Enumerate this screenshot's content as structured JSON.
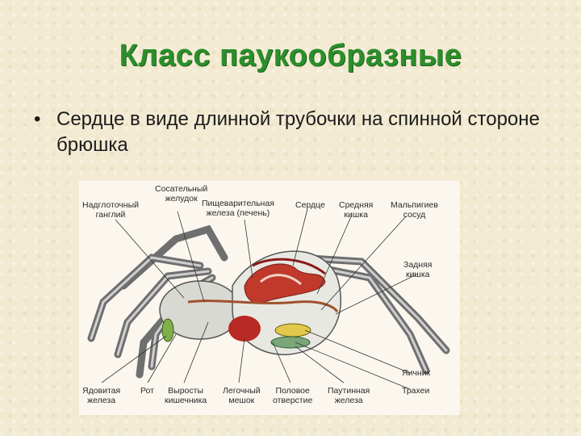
{
  "slide": {
    "title": "Класс паукообразные",
    "bullet": "Сердце в виде длинной трубочки на спинной стороне брюшка"
  },
  "diagram": {
    "labels_top": [
      {
        "l1": "Надглоточный",
        "l2": "ганглий"
      },
      {
        "l1": "Сосательный",
        "l2": "желудок"
      },
      {
        "l1": "Пищеварительная",
        "l2": "железа (печень)"
      },
      {
        "l1": "Сердце",
        "l2": ""
      },
      {
        "l1": "Средняя",
        "l2": "кишка"
      },
      {
        "l1": "Мальпигиев",
        "l2": "сосуд"
      }
    ],
    "labels_right": [
      {
        "l1": "Задняя",
        "l2": "кишка"
      },
      {
        "l1": "Яичник",
        "l2": ""
      },
      {
        "l1": "Трахеи",
        "l2": ""
      }
    ],
    "labels_bottom": [
      {
        "l1": "Ядовитая",
        "l2": "железа"
      },
      {
        "l1": "Рот",
        "l2": ""
      },
      {
        "l1": "Выросты",
        "l2": "кишечника"
      },
      {
        "l1": "Легочный",
        "l2": "мешок"
      },
      {
        "l1": "Половое",
        "l2": "отверстие"
      },
      {
        "l1": "Паутинная",
        "l2": "железа"
      }
    ]
  }
}
